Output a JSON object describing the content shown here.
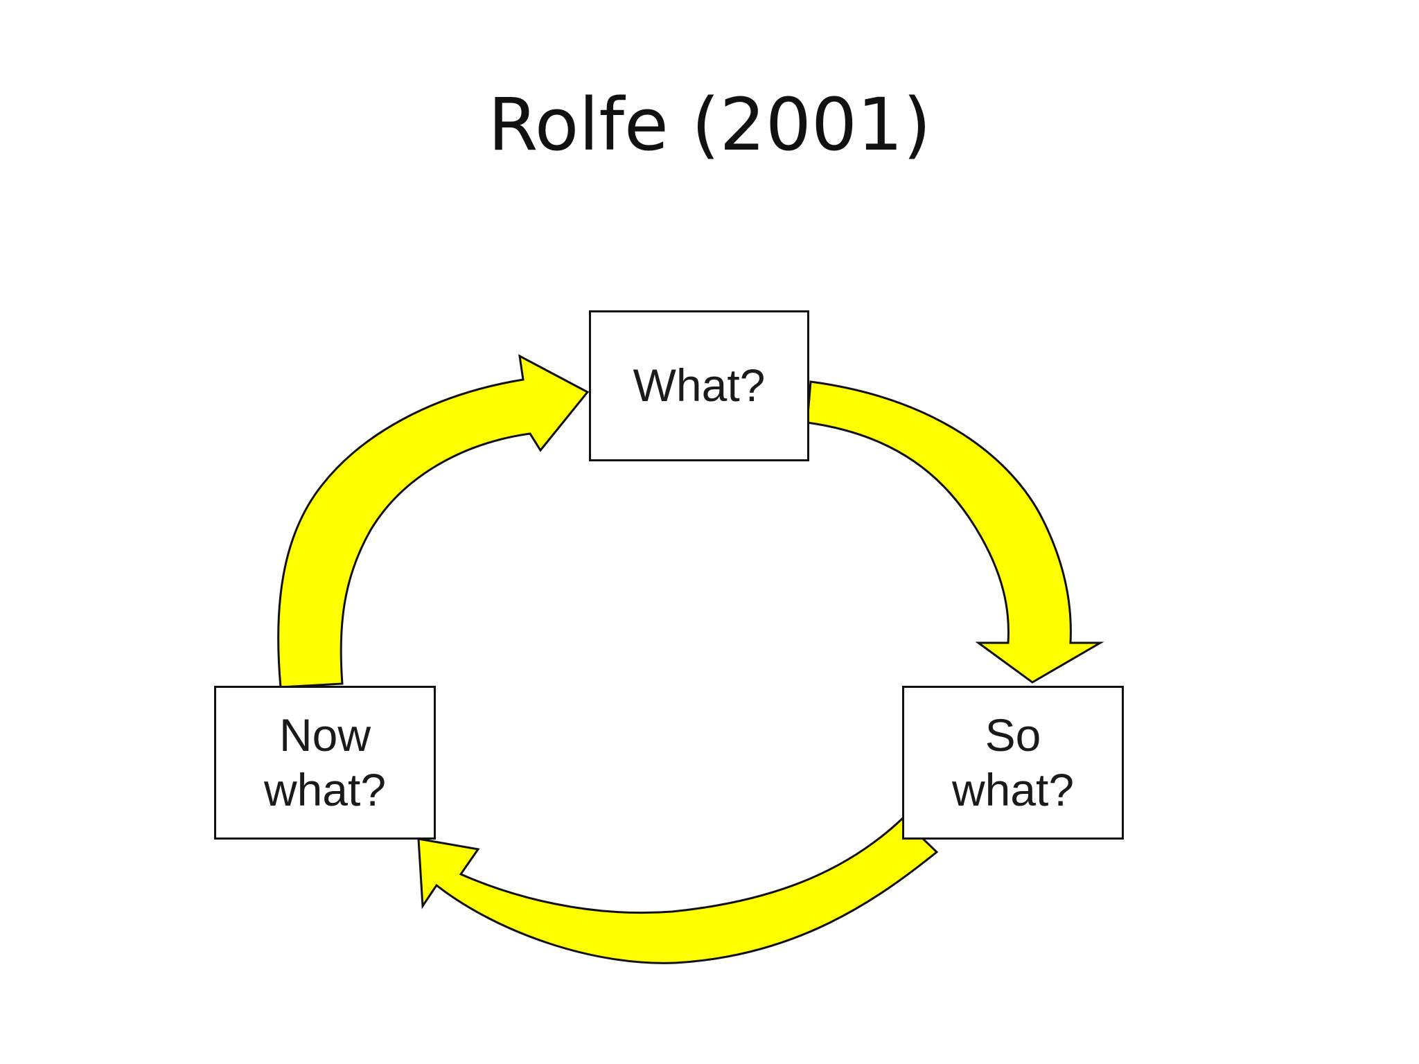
{
  "slide": {
    "title": "Rolfe (2001)"
  },
  "diagram": {
    "nodes": [
      {
        "id": "what",
        "lines": [
          "What?"
        ]
      },
      {
        "id": "so_what",
        "lines": [
          "So",
          "what?"
        ]
      },
      {
        "id": "now_what",
        "lines": [
          "Now",
          "what?"
        ]
      }
    ],
    "edges": [
      {
        "from": "what",
        "to": "so_what"
      },
      {
        "from": "so_what",
        "to": "now_what"
      },
      {
        "from": "now_what",
        "to": "what"
      }
    ],
    "colors": {
      "arrow_fill": "#ffff00",
      "arrow_stroke": "#111111",
      "box_border": "#111111",
      "text": "#1a1a1a"
    }
  }
}
